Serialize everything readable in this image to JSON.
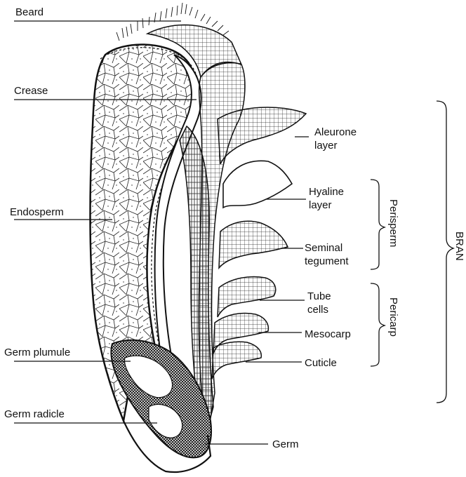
{
  "labels": {
    "beard": "Beard",
    "crease": "Crease",
    "endosperm": "Endosperm",
    "germ_plumule": "Germ plumule",
    "germ_radicle": "Germ radicle",
    "germ": "Germ",
    "aleurone_line1": "Aleurone",
    "aleurone_line2": "layer",
    "hyaline_line1": "Hyaline",
    "hyaline_line2": "layer",
    "seminal_line1": "Seminal",
    "seminal_line2": "tegument",
    "tube_line1": "Tube",
    "tube_line2": "cells",
    "mesocarp": "Mesocarp",
    "cuticle": "Cuticle",
    "perisperm": "Perisperm",
    "pericarp": "Pericarp",
    "bran": "BRAN"
  }
}
